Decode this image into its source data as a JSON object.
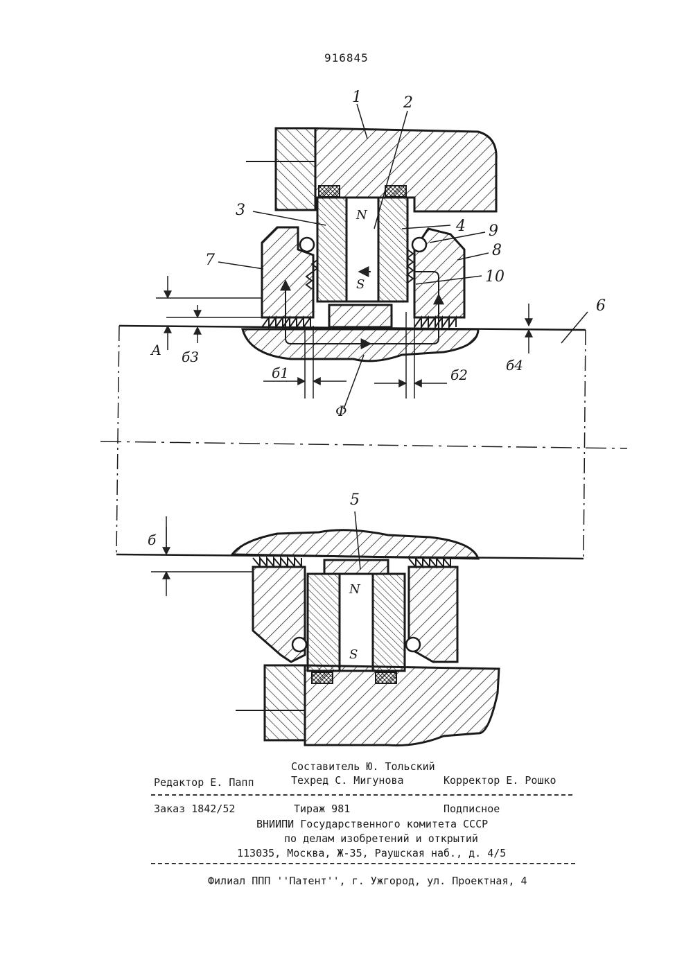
{
  "header": {
    "patent_number": "916845"
  },
  "drawing": {
    "part_labels": [
      "1",
      "2",
      "3",
      "4",
      "5",
      "6",
      "7",
      "8",
      "9",
      "10"
    ],
    "pole_labels": {
      "north": "N",
      "south": "S"
    },
    "gap_labels": {
      "a": "А",
      "b": "б",
      "b1": "б1",
      "b2": "б2",
      "b3": "б3",
      "b4": "б4",
      "flux": "Ф"
    }
  },
  "imprint": {
    "compiler": "Составитель Ю. Тольский",
    "editor": "Редактор Е. Папп",
    "techred": "Техред С. Мигунова",
    "corrector": "Корректор Е. Рошко",
    "order": "Заказ 1842/52",
    "circulation": "Тираж 981",
    "subscription": "Подписное",
    "institute_1": "ВНИИПИ Государственного комитета СССР",
    "institute_2": "по делам изобретений и открытий",
    "address": "113035, Москва, Ж-35, Раушская наб., д. 4/5",
    "branch": "Филиал ППП ''Патент'', г. Ужгород, ул. Проектная, 4"
  }
}
